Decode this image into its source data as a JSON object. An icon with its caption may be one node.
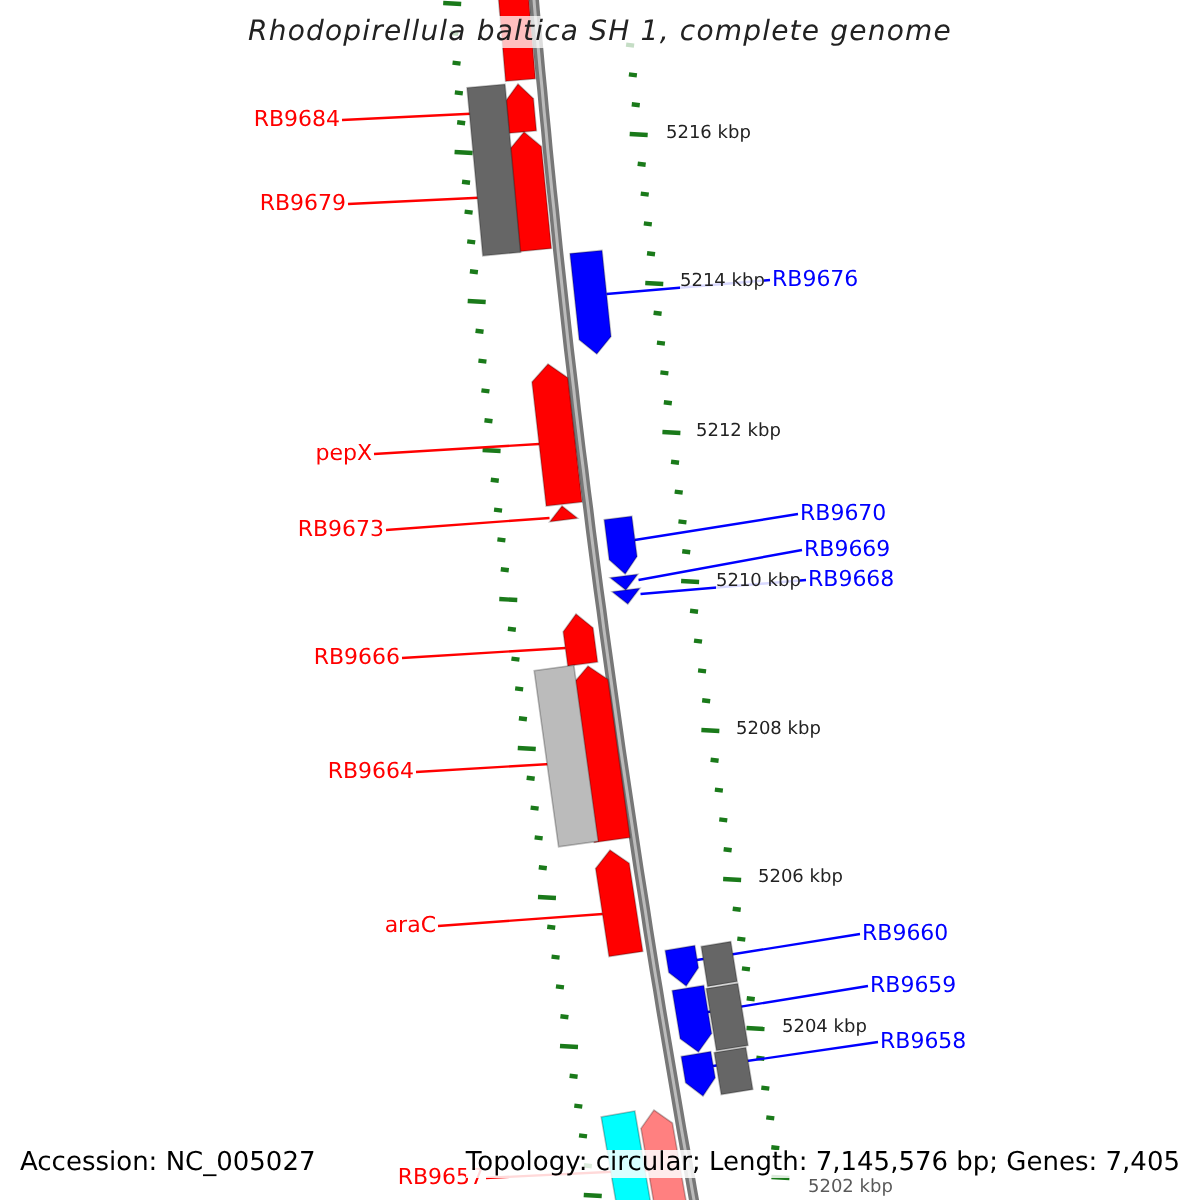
{
  "diagram": {
    "title": "Rhodopirellula baltica SH 1, complete genome",
    "nodes": [
      {
        "text": [
          "RB9684"
        ]
      },
      {
        "text": [
          "RB9679"
        ]
      },
      {
        "text": [
          "pepX"
        ]
      },
      {
        "text": [
          "RB9673"
        ]
      },
      {
        "text": [
          "RB9666"
        ]
      },
      {
        "text": [
          "RB9664"
        ]
      },
      {
        "text": [
          "araC"
        ]
      },
      {
        "text": [
          "RB9657"
        ]
      },
      {
        "text": [
          "RB9676"
        ]
      },
      {
        "text": [
          "RB9670"
        ]
      },
      {
        "text": [
          "RB9669"
        ]
      },
      {
        "text": [
          "RB9668"
        ]
      },
      {
        "text": [
          "RB9660"
        ]
      },
      {
        "text": [
          "RB9659"
        ]
      },
      {
        "text": [
          "RB9658"
        ]
      },
      {
        "text": [],
        "shape": "arrow"
      },
      {
        "text": [],
        "shape": "arrow"
      },
      {
        "text": [],
        "shape": "arrow"
      },
      {
        "text": [],
        "shape": "arrow"
      },
      {
        "text": [],
        "shape": "arrow"
      },
      {
        "text": [],
        "shape": "arrow"
      },
      {
        "text": [],
        "shape": "arrow"
      },
      {
        "text": [],
        "shape": "arrow"
      },
      {
        "text": [],
        "shape": "arrow"
      },
      {
        "text": [],
        "shape": "arrow"
      },
      {
        "text": [],
        "shape": "arrow"
      },
      {
        "text": [],
        "shape": "arrow"
      },
      {
        "text": [],
        "shape": "arrow"
      },
      {
        "text": [],
        "shape": "arrow"
      },
      {
        "text": [],
        "shape": "arrow"
      },
      {
        "text": [],
        "shape": "bar"
      },
      {
        "text": [],
        "shape": "bar"
      },
      {
        "text": [],
        "shape": "bar"
      },
      {
        "text": [],
        "shape": "bar"
      },
      {
        "text": [],
        "shape": "bar"
      },
      {
        "text": [],
        "shape": "bar"
      },
      {
        "text": [],
        "shape": "bar"
      }
    ],
    "edges": [
      {
        "from": 0,
        "to": 15,
        "arrow": "none"
      },
      {
        "from": 1,
        "to": 16,
        "arrow": "none"
      },
      {
        "from": 2,
        "to": 17,
        "arrow": "none"
      },
      {
        "from": 3,
        "to": 18,
        "arrow": "none"
      },
      {
        "from": 4,
        "to": 19,
        "arrow": "none"
      },
      {
        "from": 5,
        "to": 20,
        "arrow": "none"
      },
      {
        "from": 6,
        "to": 21,
        "arrow": "none"
      },
      {
        "from": 7,
        "to": 22,
        "arrow": "none"
      },
      {
        "from": 8,
        "to": 23,
        "arrow": "none",
        "color": "#0000ff"
      },
      {
        "from": 9,
        "to": 24,
        "arrow": "none",
        "color": "#0000ff"
      },
      {
        "from": 10,
        "to": 25,
        "arrow": "none",
        "color": "#0000ff"
      },
      {
        "from": 11,
        "to": 26,
        "arrow": "none",
        "color": "#0000ff"
      },
      {
        "from": 12,
        "to": 27,
        "arrow": "none",
        "color": "#0000ff"
      },
      {
        "from": 13,
        "to": 28,
        "arrow": "none",
        "color": "#0000ff"
      },
      {
        "from": 14,
        "to": 29,
        "arrow": "none",
        "color": "#0000ff"
      }
    ],
    "labels": [
      "5216 kbp",
      "5214 kbp",
      "5212 kbp",
      "5210 kbp",
      "5208 kbp",
      "5206 kbp",
      "5204 kbp",
      "5202 kbp",
      "Accession: NC_005027",
      "Topology: circular; Length: 7,145,576 bp; Genes: 7,405"
    ]
  }
}
